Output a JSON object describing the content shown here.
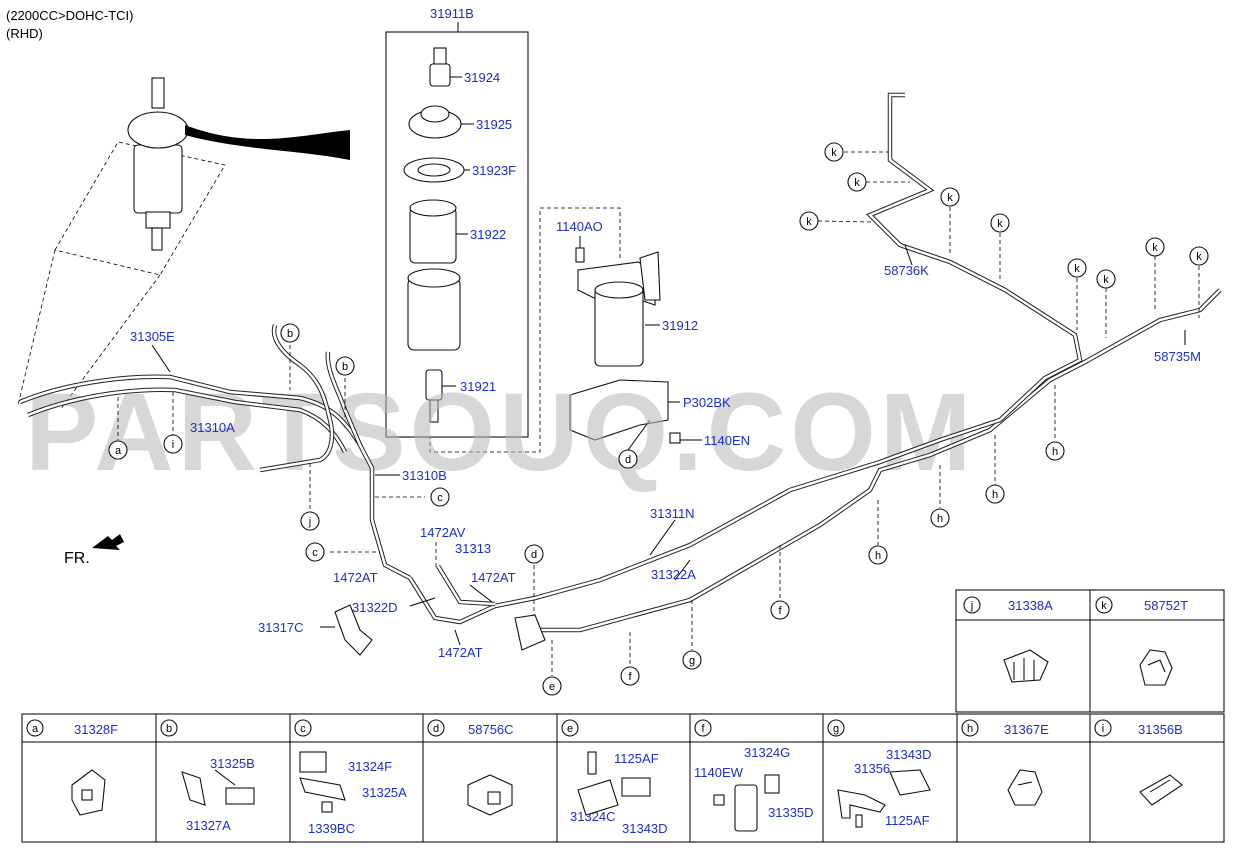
{
  "header": {
    "engine": "(2200CC>DOHC-TCI)",
    "drive": "(RHD)"
  },
  "direction_label": "FR.",
  "watermark": "PARTSOUQ.COM",
  "parts": {
    "p31911B": "31911B",
    "p31924": "31924",
    "p31925": "31925",
    "p31923F": "31923F",
    "p31922": "31922",
    "p31921": "31921",
    "p1140AO": "1140AO",
    "p31912": "31912",
    "pP302BK": "P302BK",
    "p1140EN": "1140EN",
    "p31305E": "31305E",
    "p31310A": "31310A",
    "p31310B": "31310B",
    "p1472AV": "1472AV",
    "p31313": "31313",
    "p1472AT_a": "1472AT",
    "p1472AT_b": "1472AT",
    "p1472AT_c": "1472AT",
    "p31322D": "31322D",
    "p31317C": "31317C",
    "p31311N": "31311N",
    "p31322A": "31322A",
    "p58736K": "58736K",
    "p58735M": "58735M"
  },
  "callouts": {
    "a": "a",
    "b": "b",
    "c": "c",
    "d": "d",
    "e": "e",
    "f": "f",
    "g": "g",
    "h": "h",
    "i": "i",
    "j": "j",
    "k": "k"
  },
  "legend_top": [
    {
      "letter": "j",
      "part": "31338A"
    },
    {
      "letter": "k",
      "part": "58752T"
    }
  ],
  "legend": [
    {
      "letter": "a",
      "part": "31328F",
      "subs": []
    },
    {
      "letter": "b",
      "part": "",
      "subs": [
        "31325B",
        "31327A"
      ]
    },
    {
      "letter": "c",
      "part": "",
      "subs": [
        "31324F",
        "31325A",
        "1339BC"
      ]
    },
    {
      "letter": "d",
      "part": "58756C",
      "subs": []
    },
    {
      "letter": "e",
      "part": "",
      "subs": [
        "1125AF",
        "31324C",
        "31343D"
      ]
    },
    {
      "letter": "f",
      "part": "",
      "subs": [
        "31324G",
        "1140EW",
        "31335D"
      ]
    },
    {
      "letter": "g",
      "part": "",
      "subs": [
        "31343D",
        "31356",
        "1125AF"
      ]
    },
    {
      "letter": "h",
      "part": "31367E",
      "subs": []
    },
    {
      "letter": "i",
      "part": "31356B",
      "subs": []
    }
  ]
}
